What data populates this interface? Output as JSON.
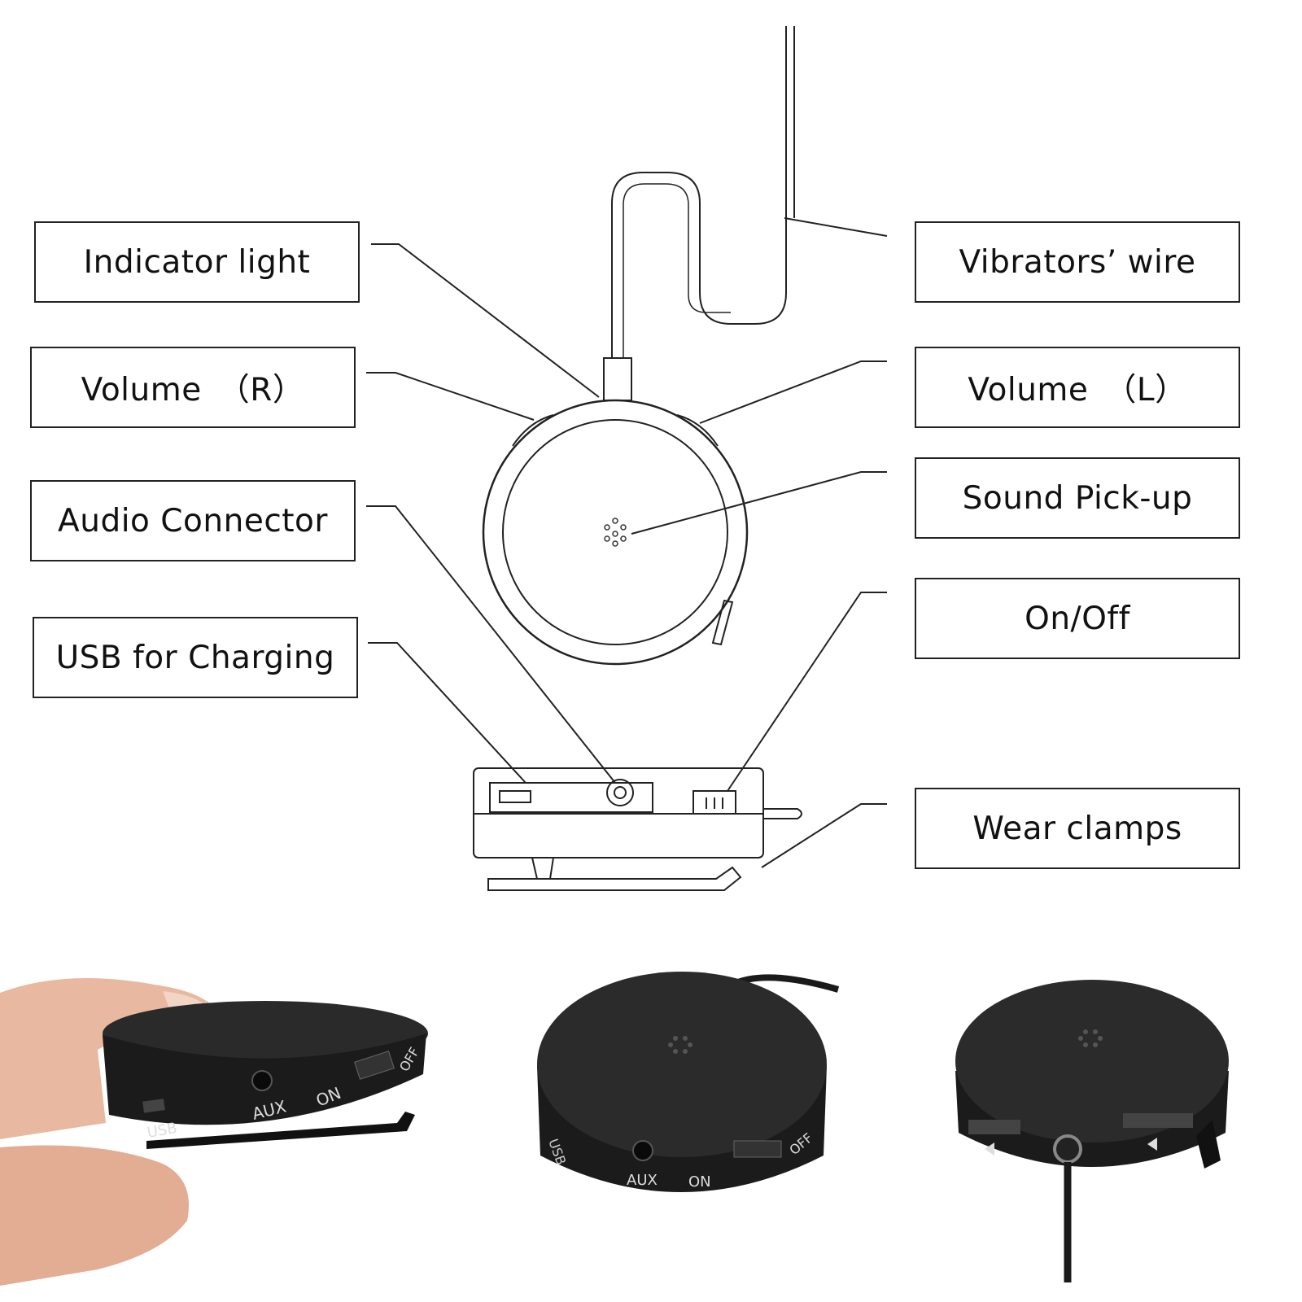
{
  "labels": {
    "indicator_light": "Indicator light",
    "volume_r": "Volume　（R）",
    "audio_connector": "Audio Connector",
    "usb_charging": "USB for Charging",
    "vibrators_wire": "Vibrators’ wire",
    "volume_l": "Volume　（L）",
    "sound_pickup": "Sound Pick-up",
    "on_off": "On/Off",
    "wear_clamps": "Wear clamps"
  },
  "device_markings": {
    "usb": "USB",
    "aux": "AUX",
    "on": "ON",
    "off": "OFF"
  },
  "colors": {
    "line": "#222222",
    "device_body": "#1b1b1b",
    "device_top": "#2a2a2a",
    "skin": "#e8b9a0"
  }
}
